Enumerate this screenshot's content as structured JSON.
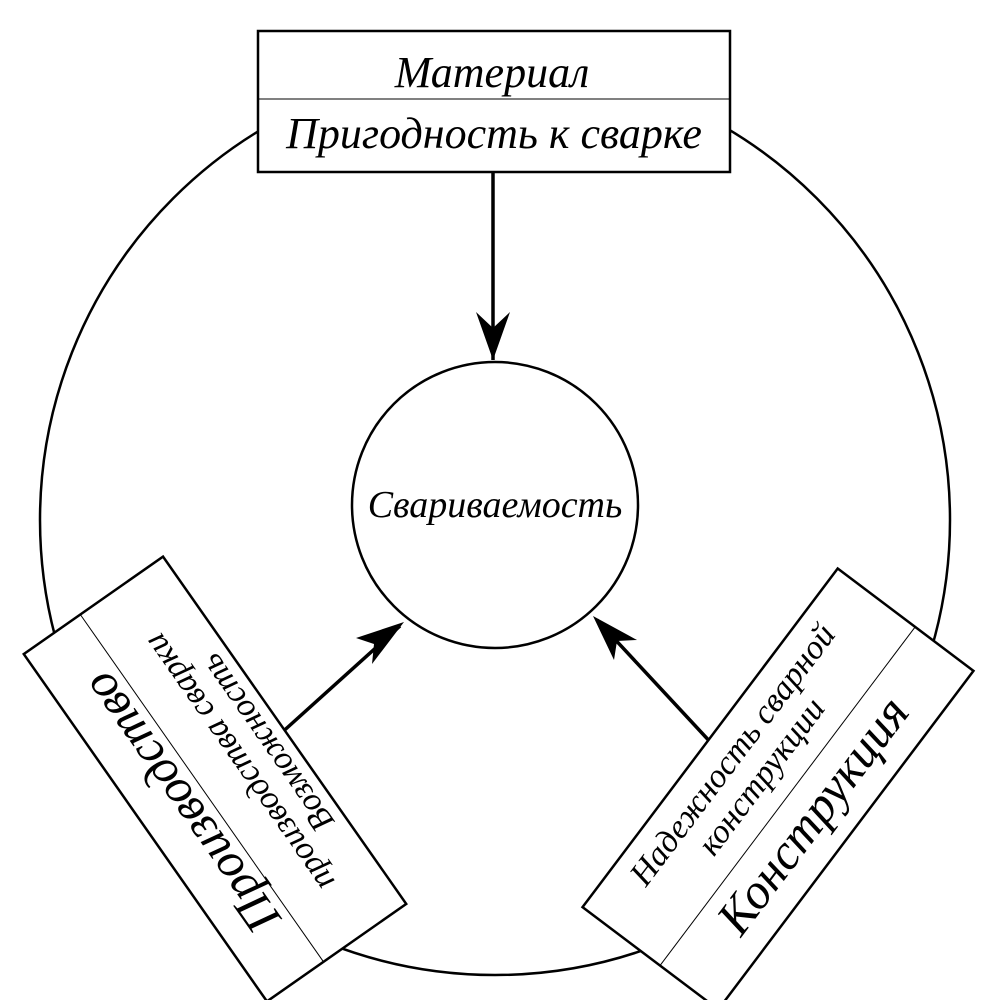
{
  "center": {
    "label": "Свариваемость"
  },
  "top_box": {
    "title": "Материал",
    "subtitle": "Пригодность к сварке"
  },
  "left_box": {
    "title": "Производство",
    "subtitle_line1": "Возможность",
    "subtitle_line2": "производства сварки"
  },
  "right_box": {
    "title": "Конструкция",
    "subtitle_line1": "Надежность сварной",
    "subtitle_line2": "конструкции"
  }
}
